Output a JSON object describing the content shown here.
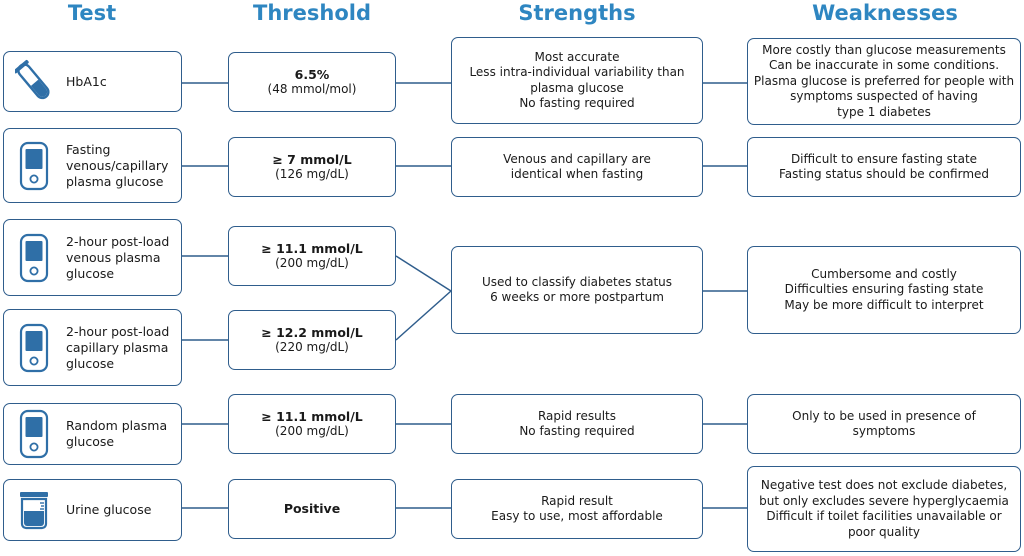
{
  "headers": {
    "test": "Test",
    "threshold": "Threshold",
    "strengths": "Strengths",
    "weaknesses": "Weaknesses"
  },
  "colors": {
    "header": "#2e86c1",
    "border": "#2f5d8c",
    "icon_fill": "#2f6fa7"
  },
  "rows": [
    {
      "test": "HbA1c",
      "icon": "test-tube-icon",
      "threshold_main": "6.5%",
      "threshold_sub": "(48 mmol/mol)",
      "strengths": [
        "Most accurate",
        "Less intra-individual variability than",
        "plasma glucose",
        "No fasting required"
      ],
      "weaknesses": [
        "More costly than glucose measurements",
        "Can be inaccurate in some conditions.",
        "Plasma glucose is preferred for people with",
        "symptoms suspected of having",
        "type 1 diabetes"
      ]
    },
    {
      "test_lines": [
        "Fasting",
        "venous/capillary",
        "plasma glucose"
      ],
      "icon": "glucose-meter-icon",
      "threshold_main": "≥ 7 mmol/L",
      "threshold_sub": "(126 mg/dL)",
      "strengths": [
        "Venous and capillary are",
        "identical when fasting"
      ],
      "weaknesses": [
        "Difficult to ensure fasting state",
        "Fasting status should be confirmed"
      ]
    },
    {
      "test_lines": [
        "2-hour post-load",
        "venous plasma",
        "glucose"
      ],
      "icon": "glucose-meter-icon",
      "threshold_main": "≥ 11.1 mmol/L",
      "threshold_sub": "(200 mg/dL)"
    },
    {
      "test_lines": [
        "2-hour post-load",
        "capillary plasma",
        "glucose"
      ],
      "icon": "glucose-meter-icon",
      "threshold_main": "≥ 12.2 mmol/L",
      "threshold_sub": "(220 mg/dL)"
    },
    {
      "test_lines": [
        "Random plasma",
        "glucose"
      ],
      "icon": "glucose-meter-icon",
      "threshold_main": "≥ 11.1 mmol/L",
      "threshold_sub": "(200 mg/dL)",
      "strengths": [
        "Rapid results",
        "No fasting required"
      ],
      "weaknesses": [
        "Only to be used in presence of",
        "symptoms"
      ]
    },
    {
      "test": "Urine glucose",
      "icon": "urine-cup-icon",
      "threshold_main": "Positive",
      "strengths": [
        "Rapid result",
        "Easy to use, most affordable"
      ],
      "weaknesses": [
        "Negative test does not exclude diabetes,",
        "but only excludes severe hyperglycaemia",
        "Difficult if toilet facilities unavailable or",
        "poor quality"
      ]
    }
  ],
  "ogtt_shared": {
    "strengths": [
      "Used to classify diabetes status",
      "6 weeks or more postpartum"
    ],
    "weaknesses": [
      "Cumbersome and costly",
      "Difficulties ensuring fasting state",
      "May be more difficult to interpret"
    ]
  }
}
